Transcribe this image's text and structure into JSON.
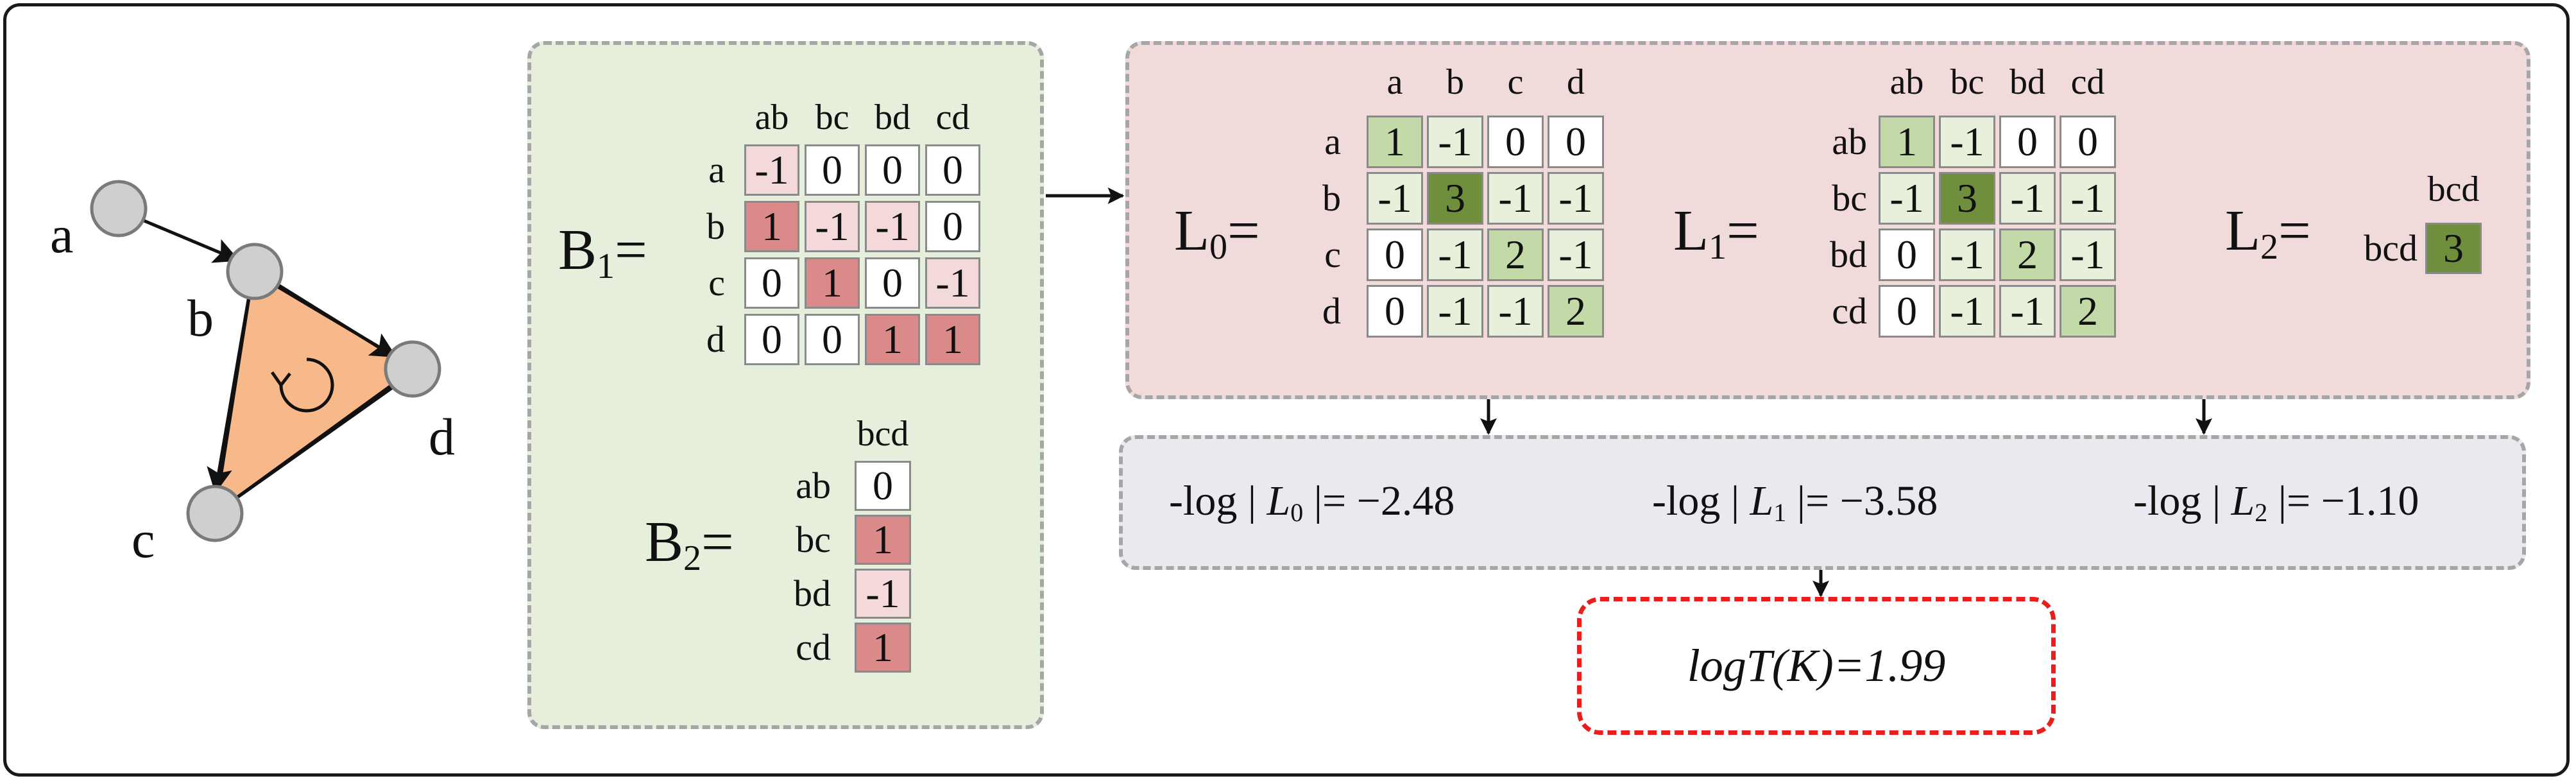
{
  "graph": {
    "nodes": [
      {
        "id": "a",
        "label": "a"
      },
      {
        "id": "b",
        "label": "b"
      },
      {
        "id": "c",
        "label": "c"
      },
      {
        "id": "d",
        "label": "d"
      }
    ],
    "edges": [
      [
        "a",
        "b"
      ],
      [
        "b",
        "d"
      ],
      [
        "c",
        "d"
      ],
      [
        "b",
        "c"
      ]
    ],
    "colors": {
      "triangle_fill": "#f8b98a",
      "node_fill": "#cfcfcf",
      "node_stroke": "#7a7a7a"
    }
  },
  "b1": {
    "name": "B",
    "sub": "1",
    "col_labels": [
      "ab",
      "bc",
      "bd",
      "cd"
    ],
    "row_labels": [
      "a",
      "b",
      "c",
      "d"
    ],
    "values": [
      [
        "-1",
        "0",
        "0",
        "0"
      ],
      [
        "1",
        "-1",
        "-1",
        "0"
      ],
      [
        "0",
        "1",
        "0",
        "-1"
      ],
      [
        "0",
        "0",
        "1",
        "1"
      ]
    ]
  },
  "b2": {
    "name": "B",
    "sub": "2",
    "col_labels": [
      "bcd"
    ],
    "row_labels": [
      "ab",
      "bc",
      "bd",
      "cd"
    ],
    "values": [
      [
        "0"
      ],
      [
        "1"
      ],
      [
        "-1"
      ],
      [
        "1"
      ]
    ]
  },
  "l0": {
    "name": "L",
    "sub": "0",
    "col_labels": [
      "a",
      "b",
      "c",
      "d"
    ],
    "row_labels": [
      "a",
      "b",
      "c",
      "d"
    ],
    "values": [
      [
        "1",
        "-1",
        "0",
        "0"
      ],
      [
        "-1",
        "3",
        "-1",
        "-1"
      ],
      [
        "0",
        "-1",
        "2",
        "-1"
      ],
      [
        "0",
        "-1",
        "-1",
        "2"
      ]
    ]
  },
  "l1": {
    "name": "L",
    "sub": "1",
    "col_labels": [
      "ab",
      "bc",
      "bd",
      "cd"
    ],
    "row_labels": [
      "ab",
      "bc",
      "bd",
      "cd"
    ],
    "values": [
      [
        "1",
        "-1",
        "0",
        "0"
      ],
      [
        "-1",
        "3",
        "-1",
        "-1"
      ],
      [
        "0",
        "-1",
        "2",
        "-1"
      ],
      [
        "0",
        "-1",
        "-1",
        "2"
      ]
    ]
  },
  "l2": {
    "name": "L",
    "sub": "2",
    "col_labels": [
      "bcd"
    ],
    "row_labels": [
      "bcd"
    ],
    "values": [
      [
        "3"
      ]
    ]
  },
  "logdets": [
    {
      "prefix": "-log | ",
      "sym": "L",
      "sub": "0",
      "suffix": " |= −2.48"
    },
    {
      "prefix": "-log | ",
      "sym": "L",
      "sub": "1",
      "suffix": " |= −3.58"
    },
    {
      "prefix": "-log | ",
      "sym": "L",
      "sub": "2",
      "suffix": " |= −1.10"
    }
  ],
  "result": "logT(K)=1.99",
  "colors": {
    "b_panel_bg": "#e6efdc",
    "l_panel_bg": "#f1dada",
    "det_panel_bg": "#ebe8f0",
    "result_border": "#ea1c1c",
    "red_light": "#f3d9d9",
    "red_mid": "#db8a8a",
    "green_light": "#e6f0da",
    "green_mid": "#c4d9a8",
    "green_dark": "#6f8f3d"
  }
}
